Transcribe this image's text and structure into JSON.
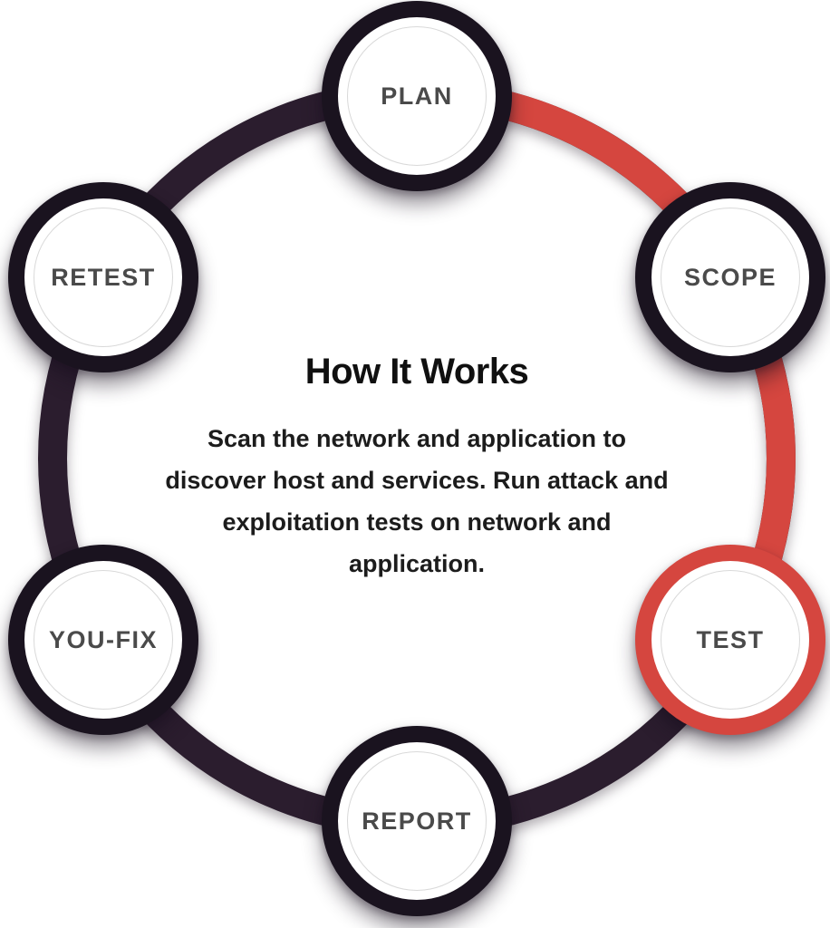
{
  "diagram": {
    "title": "How It Works",
    "description": "Scan the network and application to discover host and services. Run attack and exploitation tests on network and application.",
    "nodes": [
      {
        "label": "PLAN",
        "active": false
      },
      {
        "label": "SCOPE",
        "active": false
      },
      {
        "label": "TEST",
        "active": true
      },
      {
        "label": "REPORT",
        "active": false
      },
      {
        "label": "YOU-FIX",
        "active": false
      },
      {
        "label": "RETEST",
        "active": false
      }
    ]
  },
  "colors": {
    "ring_dark": "#2b1d2e",
    "ring_red": "#d5463f",
    "node_border": "#1a131f",
    "node_label": "#4a4a4a",
    "inner_circle": "#d9d9d9",
    "title_color": "#101010",
    "body_color": "#1c1c1c",
    "node_bg": "#ffffff"
  }
}
